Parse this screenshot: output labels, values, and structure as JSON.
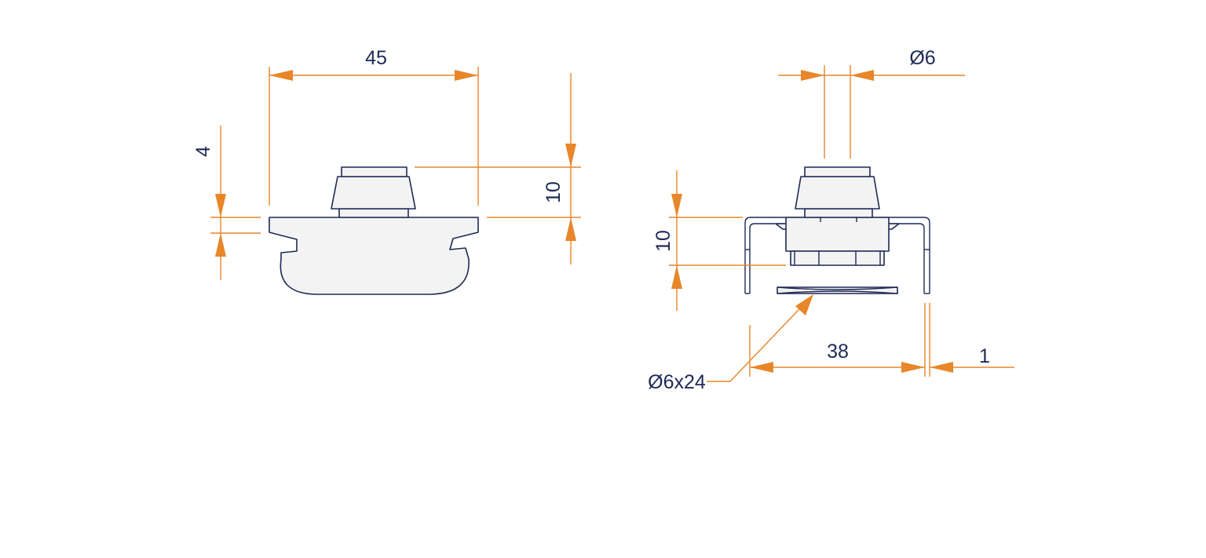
{
  "colors": {
    "dimension": "#e8862a",
    "outline": "#1e2a55",
    "part_fill": "#f3f3f3",
    "background": "#ffffff"
  },
  "side_view": {
    "width_label": "45",
    "base_thickness_label": "4",
    "cap_height_label": "10"
  },
  "front_view": {
    "hole_diameter_label": "Ø6",
    "height_label": "10",
    "pin_label": "Ø6x24",
    "width_label": "38",
    "wall_label": "1"
  }
}
